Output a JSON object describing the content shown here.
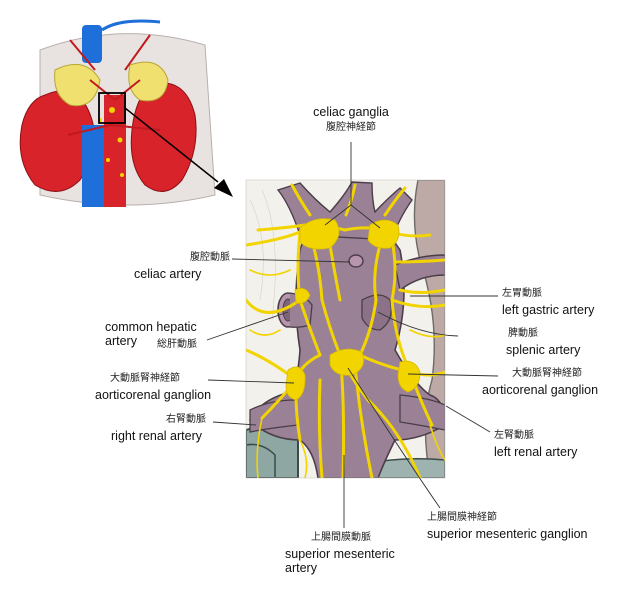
{
  "labels": {
    "celiac_ganglia": {
      "en": "celiac ganglia",
      "jp": "腹腔神経節"
    },
    "celiac_artery": {
      "jp": "腹腔動脈",
      "en": "celiac artery"
    },
    "left_gastric_artery": {
      "jp": "左胃動脈",
      "en": "left gastric artery"
    },
    "common_hepatic_artery": {
      "en_line1": "common hepatic",
      "en_line2": "artery",
      "jp": "総肝動脈"
    },
    "splenic_artery": {
      "jp": "脾動脈",
      "en": "splenic artery"
    },
    "aorticorenal_ganglion_left_side": {
      "jp": "大動脈腎神経節",
      "en": "aorticorenal ganglion"
    },
    "aorticorenal_ganglion_right_side": {
      "jp": "大動脈腎神経節",
      "en": "aorticorenal ganglion"
    },
    "right_renal_artery": {
      "jp": "右腎動脈",
      "en": "right renal artery"
    },
    "left_renal_artery": {
      "jp": "左腎動脈",
      "en": "left renal artery"
    },
    "superior_mesenteric_ganglion": {
      "jp": "上腸間膜神経節",
      "en": "superior mesenteric ganglion"
    },
    "superior_mesenteric_artery": {
      "jp": "上腸間膜動脈",
      "en_line1": "superior mesenteric",
      "en_line2": "artery"
    }
  },
  "colors": {
    "nerve": "#f2d400",
    "artery_tissue": "#9a8196",
    "kidney": "#d8232a",
    "vessel_blue": "#1e6fd9",
    "leader_line": "#333333"
  }
}
